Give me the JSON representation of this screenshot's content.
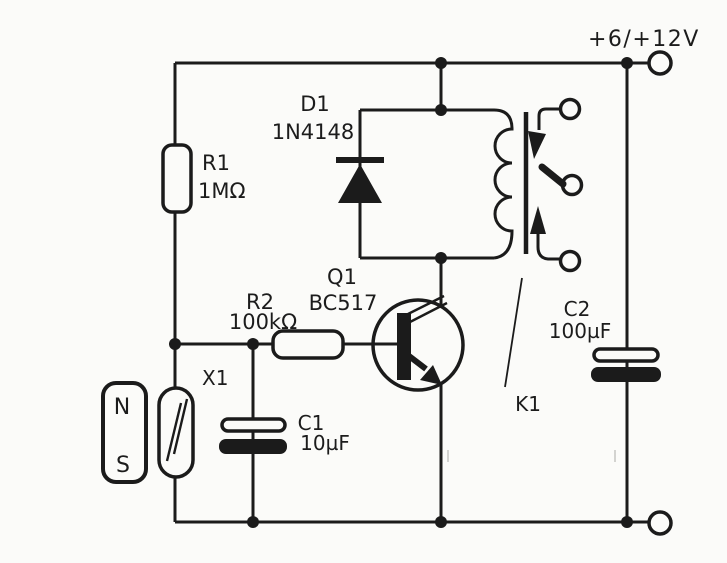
{
  "power": {
    "label": "+6/+12V"
  },
  "components": {
    "r1": {
      "ref": "R1",
      "value": "1MΩ"
    },
    "r2": {
      "ref": "R2",
      "value": "100kΩ"
    },
    "d1": {
      "ref": "D1",
      "value": "1N4148"
    },
    "q1": {
      "ref": "Q1",
      "value": "BC517"
    },
    "c1": {
      "ref": "C1",
      "value": "10µF"
    },
    "c2": {
      "ref": "C2",
      "value": "100µF"
    },
    "x1": {
      "ref": "X1"
    },
    "k1": {
      "ref": "K1"
    }
  },
  "magnet": {
    "north": "N",
    "south": "S"
  }
}
